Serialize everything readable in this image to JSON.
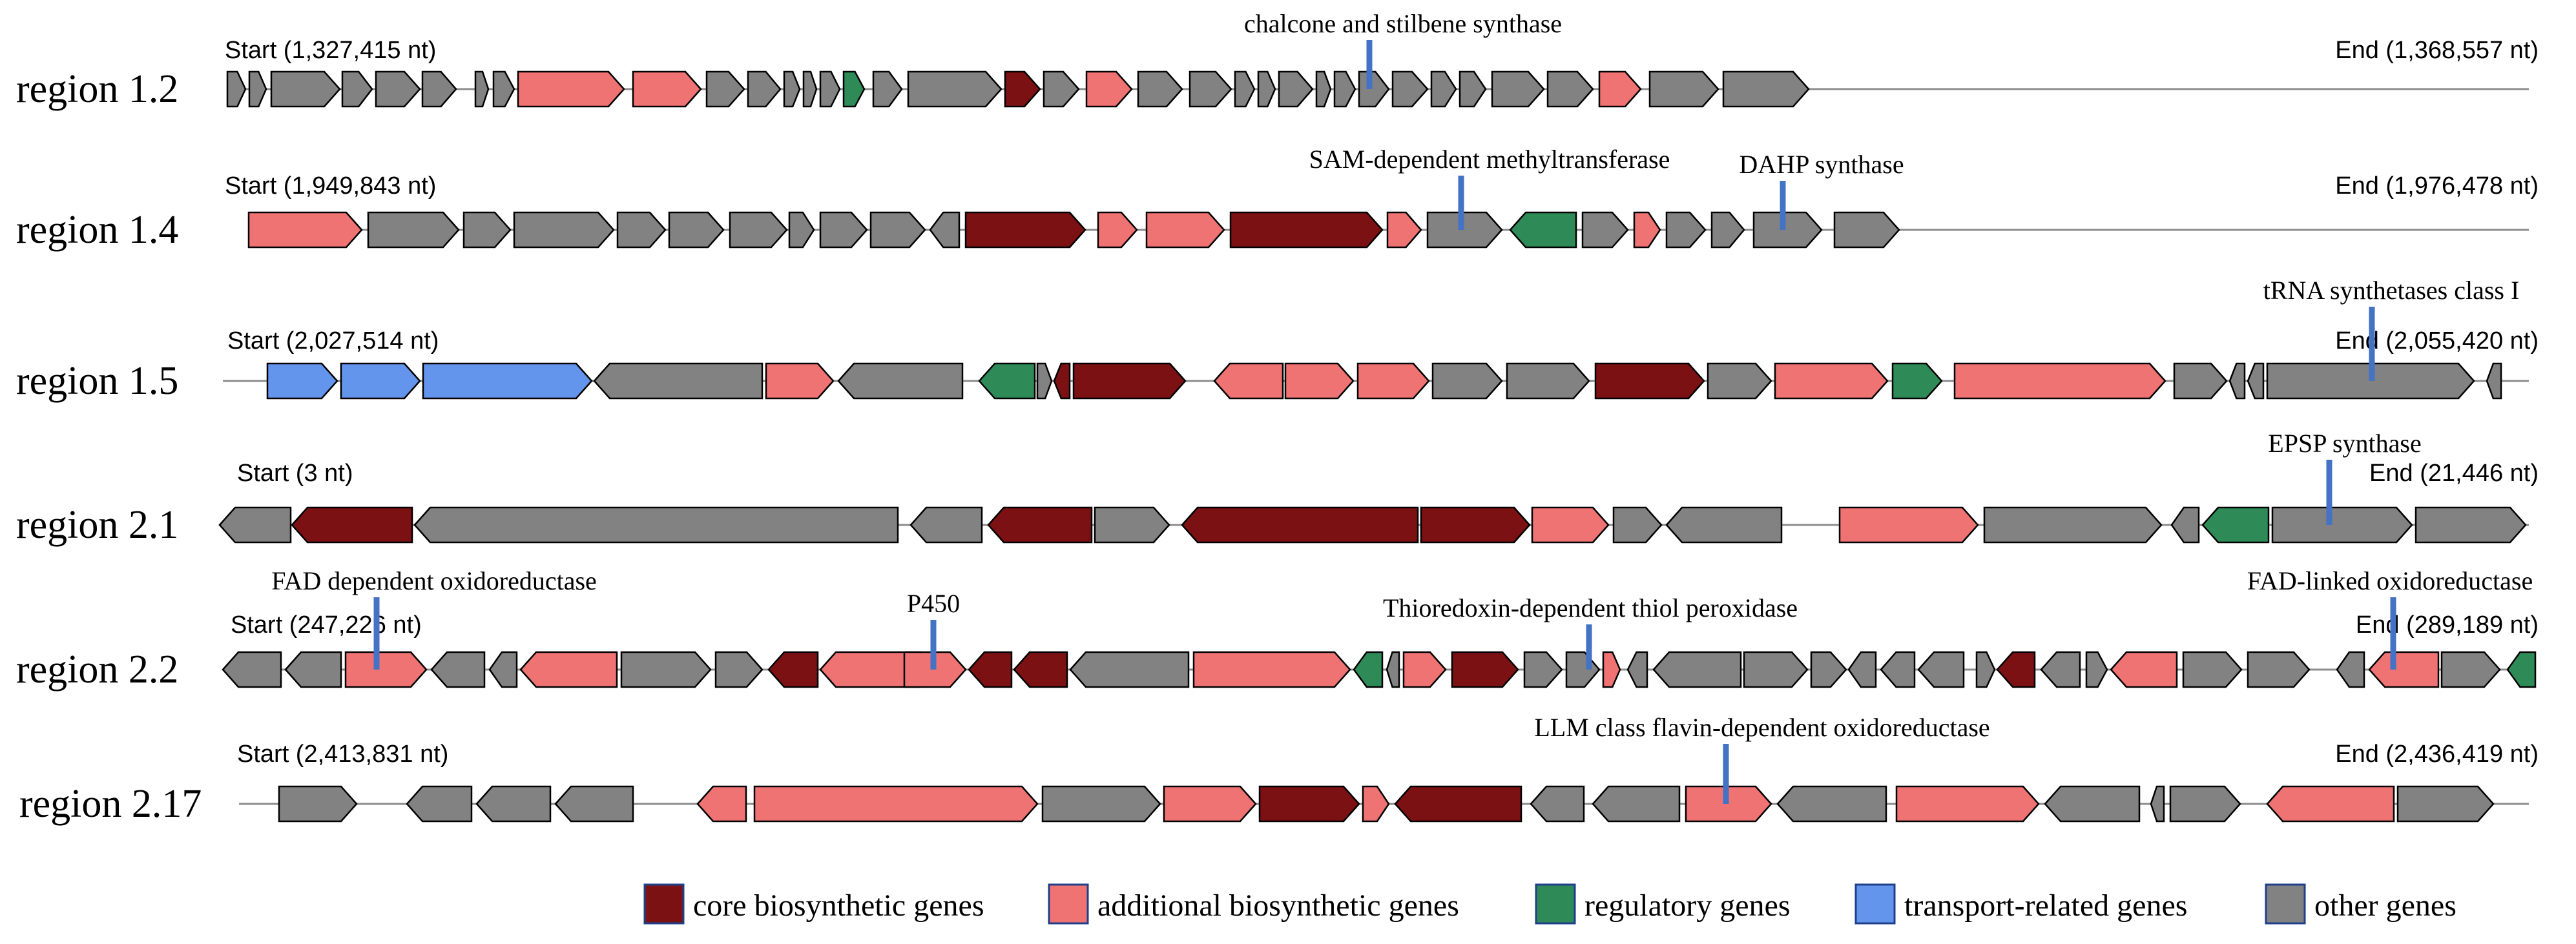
{
  "colors": {
    "core": "#7b1113",
    "additional": "#f07373",
    "regulatory": "#2e8b57",
    "transport": "#6495ed",
    "other": "#828282",
    "annotation_marker": "#4472c4"
  },
  "legend": [
    {
      "type": "core",
      "label": "core biosynthetic genes"
    },
    {
      "type": "additional",
      "label": "additional biosynthetic genes"
    },
    {
      "type": "regulatory",
      "label": "regulatory genes"
    },
    {
      "type": "transport",
      "label": "transport-related genes"
    },
    {
      "type": "other",
      "label": "other genes"
    }
  ],
  "regions": [
    {
      "name": "region 1.2",
      "start_label": "Start (1,327,415 nt)",
      "end_label": "End (1,368,557 nt)",
      "annotations": [
        {
          "label": "chalcone and stilbene synthase"
        }
      ],
      "genes": [
        {
          "t": "o",
          "d": 1
        },
        {
          "t": "o",
          "d": 1
        },
        {
          "t": "o",
          "d": 1
        },
        {
          "t": "o",
          "d": 1
        },
        {
          "t": "o",
          "d": 1
        },
        {
          "t": "o",
          "d": 1
        },
        {
          "t": "o",
          "d": 1
        },
        {
          "t": "o",
          "d": 1
        },
        {
          "t": "a",
          "d": 1
        },
        {
          "t": "a",
          "d": 1
        },
        {
          "t": "o",
          "d": 1
        },
        {
          "t": "o",
          "d": 1
        },
        {
          "t": "o",
          "d": 1
        },
        {
          "t": "o",
          "d": 1
        },
        {
          "t": "o",
          "d": 1
        },
        {
          "t": "r",
          "d": 1
        },
        {
          "t": "o",
          "d": 1
        },
        {
          "t": "o",
          "d": 1
        },
        {
          "t": "c",
          "d": 1
        },
        {
          "t": "o",
          "d": 1
        },
        {
          "t": "a",
          "d": 1
        },
        {
          "t": "o",
          "d": 1
        },
        {
          "t": "o",
          "d": 1
        },
        {
          "t": "o",
          "d": 1
        },
        {
          "t": "o",
          "d": 1
        },
        {
          "t": "o",
          "d": 1
        },
        {
          "t": "o",
          "d": 1
        },
        {
          "t": "o",
          "d": 1
        },
        {
          "t": "o",
          "d": 1
        },
        {
          "t": "o",
          "d": 1
        },
        {
          "t": "o",
          "d": 1
        },
        {
          "t": "o",
          "d": 1
        },
        {
          "t": "o",
          "d": 1
        },
        {
          "t": "o",
          "d": 1
        },
        {
          "t": "a",
          "d": 1
        },
        {
          "t": "o",
          "d": 1
        },
        {
          "t": "o",
          "d": 1
        }
      ]
    },
    {
      "name": "region 1.4",
      "start_label": "Start (1,949,843 nt)",
      "end_label": "End (1,976,478 nt)",
      "annotations": [
        {
          "label": "SAM-dependent methyltransferase"
        },
        {
          "label": "DAHP synthase"
        }
      ],
      "genes": [
        {
          "t": "a",
          "d": 1
        },
        {
          "t": "o",
          "d": 1
        },
        {
          "t": "o",
          "d": 1
        },
        {
          "t": "o",
          "d": 1
        },
        {
          "t": "o",
          "d": 1
        },
        {
          "t": "o",
          "d": 1
        },
        {
          "t": "o",
          "d": 1
        },
        {
          "t": "o",
          "d": 1
        },
        {
          "t": "o",
          "d": 1
        },
        {
          "t": "o",
          "d": 1
        },
        {
          "t": "o",
          "d": -1
        },
        {
          "t": "c",
          "d": 1
        },
        {
          "t": "a",
          "d": 1
        },
        {
          "t": "a",
          "d": 1
        },
        {
          "t": "c",
          "d": 1
        },
        {
          "t": "a",
          "d": 1
        },
        {
          "t": "o",
          "d": 1
        },
        {
          "t": "r",
          "d": -1
        },
        {
          "t": "o",
          "d": 1
        },
        {
          "t": "a",
          "d": 1
        },
        {
          "t": "o",
          "d": 1
        },
        {
          "t": "o",
          "d": 1
        },
        {
          "t": "o",
          "d": 1
        },
        {
          "t": "o",
          "d": 1
        }
      ]
    },
    {
      "name": "region 1.5",
      "start_label": "Start (2,027,514 nt)",
      "end_label": "End (2,055,420 nt)",
      "annotations": [
        {
          "label": "tRNA synthetases class I"
        }
      ],
      "genes": [
        {
          "t": "t",
          "d": 1
        },
        {
          "t": "t",
          "d": 1
        },
        {
          "t": "t",
          "d": 1
        },
        {
          "t": "o",
          "d": -1
        },
        {
          "t": "a",
          "d": 1
        },
        {
          "t": "o",
          "d": -1
        },
        {
          "t": "r",
          "d": -1
        },
        {
          "t": "o",
          "d": 1
        },
        {
          "t": "c",
          "d": -1
        },
        {
          "t": "c",
          "d": 1
        },
        {
          "t": "a",
          "d": -1
        },
        {
          "t": "a",
          "d": 1
        },
        {
          "t": "a",
          "d": 1
        },
        {
          "t": "o",
          "d": 1
        },
        {
          "t": "o",
          "d": 1
        },
        {
          "t": "c",
          "d": 1
        },
        {
          "t": "o",
          "d": 1
        },
        {
          "t": "a",
          "d": 1
        },
        {
          "t": "r",
          "d": 1
        },
        {
          "t": "a",
          "d": 1
        },
        {
          "t": "o",
          "d": 1
        },
        {
          "t": "o",
          "d": -1
        },
        {
          "t": "o",
          "d": -1
        },
        {
          "t": "o",
          "d": 1
        },
        {
          "t": "o",
          "d": -1
        }
      ]
    },
    {
      "name": "region 2.1",
      "start_label": "Start (3 nt)",
      "end_label": "End (21,446 nt)",
      "annotations": [
        {
          "label": "EPSP synthase"
        }
      ],
      "genes": [
        {
          "t": "o",
          "d": -1
        },
        {
          "t": "c",
          "d": -1
        },
        {
          "t": "o",
          "d": -1
        },
        {
          "t": "o",
          "d": -1
        },
        {
          "t": "c",
          "d": -1
        },
        {
          "t": "o",
          "d": 1
        },
        {
          "t": "c",
          "d": -1
        },
        {
          "t": "c",
          "d": 1
        },
        {
          "t": "a",
          "d": 1
        },
        {
          "t": "o",
          "d": 1
        },
        {
          "t": "o",
          "d": -1
        },
        {
          "t": "a",
          "d": 1
        },
        {
          "t": "o",
          "d": 1
        },
        {
          "t": "o",
          "d": -1
        },
        {
          "t": "r",
          "d": -1
        },
        {
          "t": "o",
          "d": 1
        },
        {
          "t": "o",
          "d": 1
        }
      ]
    },
    {
      "name": "region 2.2",
      "start_label": "Start (247,226 nt)",
      "end_label": "End (289,189 nt)",
      "annotations": [
        {
          "label": "FAD dependent oxidoreductase"
        },
        {
          "label": "P450"
        },
        {
          "label": "Thioredoxin-dependent thiol peroxidase"
        },
        {
          "label": "FAD-linked oxidoreductase"
        }
      ],
      "genes": [
        {
          "t": "o",
          "d": -1
        },
        {
          "t": "o",
          "d": -1
        },
        {
          "t": "a",
          "d": 1
        },
        {
          "t": "o",
          "d": -1
        },
        {
          "t": "o",
          "d": -1
        },
        {
          "t": "a",
          "d": -1
        },
        {
          "t": "o",
          "d": 1
        },
        {
          "t": "o",
          "d": 1
        },
        {
          "t": "c",
          "d": -1
        },
        {
          "t": "a",
          "d": -1
        },
        {
          "t": "a",
          "d": 1
        },
        {
          "t": "c",
          "d": -1
        },
        {
          "t": "c",
          "d": -1
        },
        {
          "t": "o",
          "d": -1
        },
        {
          "t": "a",
          "d": 1
        },
        {
          "t": "r",
          "d": -1
        },
        {
          "t": "o",
          "d": -1
        },
        {
          "t": "a",
          "d": 1
        },
        {
          "t": "c",
          "d": 1
        },
        {
          "t": "o",
          "d": 1
        },
        {
          "t": "o",
          "d": 1
        },
        {
          "t": "a",
          "d": 1
        },
        {
          "t": "o",
          "d": -1
        },
        {
          "t": "o",
          "d": -1
        },
        {
          "t": "o",
          "d": 1
        },
        {
          "t": "o",
          "d": 1
        },
        {
          "t": "o",
          "d": -1
        },
        {
          "t": "o",
          "d": -1
        },
        {
          "t": "o",
          "d": -1
        },
        {
          "t": "o",
          "d": 1
        },
        {
          "t": "c",
          "d": -1
        },
        {
          "t": "o",
          "d": -1
        },
        {
          "t": "o",
          "d": 1
        },
        {
          "t": "a",
          "d": -1
        },
        {
          "t": "o",
          "d": 1
        },
        {
          "t": "o",
          "d": 1
        },
        {
          "t": "o",
          "d": -1
        },
        {
          "t": "a",
          "d": -1
        },
        {
          "t": "o",
          "d": 1
        },
        {
          "t": "r",
          "d": -1
        }
      ]
    },
    {
      "name": "region 2.17",
      "start_label": "Start (2,413,831 nt)",
      "end_label": "End (2,436,419 nt)",
      "annotations": [
        {
          "label": "LLM class flavin-dependent oxidoreductase"
        }
      ],
      "genes": [
        {
          "t": "o",
          "d": 1
        },
        {
          "t": "o",
          "d": -1
        },
        {
          "t": "o",
          "d": -1
        },
        {
          "t": "o",
          "d": -1
        },
        {
          "t": "a",
          "d": -1
        },
        {
          "t": "a",
          "d": 1
        },
        {
          "t": "o",
          "d": 1
        },
        {
          "t": "a",
          "d": 1
        },
        {
          "t": "c",
          "d": 1
        },
        {
          "t": "a",
          "d": 1
        },
        {
          "t": "c",
          "d": -1
        },
        {
          "t": "o",
          "d": -1
        },
        {
          "t": "o",
          "d": -1
        },
        {
          "t": "a",
          "d": 1
        },
        {
          "t": "o",
          "d": -1
        },
        {
          "t": "a",
          "d": 1
        },
        {
          "t": "o",
          "d": -1
        },
        {
          "t": "o",
          "d": -1
        },
        {
          "t": "o",
          "d": 1
        },
        {
          "t": "a",
          "d": -1
        },
        {
          "t": "o",
          "d": 1
        }
      ]
    }
  ]
}
